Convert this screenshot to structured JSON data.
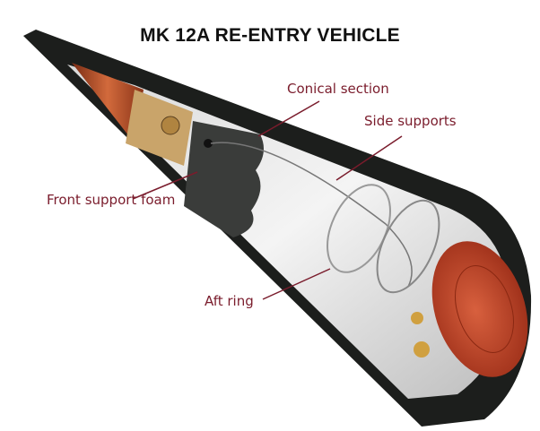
{
  "title": "MK 12A RE-ENTRY VEHICLE",
  "labels": {
    "conical_section": "Conical section",
    "side_supports": "Side supports",
    "front_support_foam": "Front support foam",
    "aft_ring": "Aft ring"
  },
  "colors": {
    "label": "#7a1c2c",
    "shell": "#1c1e1c",
    "heatshield": "#c0442a",
    "nose_copper": "#b4532c"
  }
}
